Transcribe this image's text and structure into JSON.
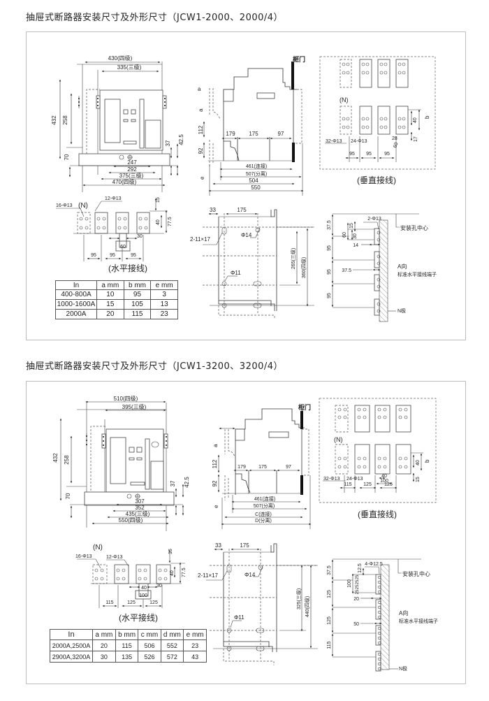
{
  "sections": [
    {
      "title": "抽屉式断路器安装尺寸及外形尺寸（JCW1-2000、2000/4）",
      "front_view": {
        "width_4pole": "430(四级)",
        "width_3pole": "335(三级)",
        "height_total": "432",
        "height_mid": "258",
        "height_base": "70",
        "base_a": "37",
        "base_b": "42.5",
        "bottom_1": "247",
        "bottom_2": "292",
        "bottom_3": "375(三级)",
        "bottom_4": "470(四级)"
      },
      "side_view": {
        "door_label": "柜门",
        "a_label": "a",
        "e_label": "e",
        "dim_112": "112",
        "dim_92": "92",
        "dim_179": "179",
        "dim_175": "175",
        "dim_97": "97",
        "dim_connected": "461(连接)",
        "dim_separated": "507(分离)",
        "dim_c": "504",
        "dim_d": "550"
      },
      "vertical_wiring": {
        "n_label": "(N)",
        "holes_n": "32-Φ13",
        "holes": "24-Φ13",
        "dim_28": "28",
        "dim_60": "60",
        "dim_40": "40",
        "dim_b": "b",
        "dim_17": "17",
        "spacing": [
          "95",
          "95",
          "95"
        ],
        "caption": "(垂直接线)"
      },
      "horizontal_wiring": {
        "holes_n": "16-Φ13",
        "n_label": "(N)",
        "holes": "12-Φ13",
        "dim_15": "15",
        "dim_40": "40",
        "dim_775": "77.5",
        "dim_30": "30",
        "dim_60": "60",
        "spacing": [
          "95",
          "95",
          "95"
        ],
        "caption": "(水平接线)"
      },
      "mounting": {
        "dim_33": "33",
        "dim_175": "175",
        "slot": "2-11×17",
        "hole14": "Φ14",
        "hole11": "Φ11",
        "dim_3pole": "265(三级)",
        "dim_4pole": "360(四级)"
      },
      "terminal": {
        "holes": "2-Φ13",
        "center_label": "安装孔中心",
        "dim_375": "37.5",
        "dim_15": "15",
        "dim_60": "60",
        "dim_30": "30",
        "dim_14": "14",
        "pitch": [
          "95",
          "95",
          "95"
        ],
        "dim_w": "37.5",
        "a_dir": "A向",
        "std_label": "标准水平接线端子",
        "n_pole": "N极"
      },
      "table": {
        "headers": [
          "In",
          "a  mm",
          "b  mm",
          "e  mm"
        ],
        "rows": [
          [
            "400-800A",
            "10",
            "95",
            "3"
          ],
          [
            "1000-1600A",
            "15",
            "105",
            "13"
          ],
          [
            "2000A",
            "20",
            "115",
            "23"
          ]
        ]
      }
    },
    {
      "title": "抽屉式断路器安装尺寸及外形尺寸（JCW1-3200、3200/4）",
      "front_view": {
        "width_4pole": "510(四级)",
        "width_3pole": "395(三级)",
        "height_total": "432",
        "height_mid": "258",
        "height_base": "70",
        "base_a": "37",
        "base_b": "42.5",
        "bottom_1": "307",
        "bottom_2": "352",
        "bottom_3": "435(三级)",
        "bottom_4": "550(四级)"
      },
      "side_view": {
        "door_label": "柜门",
        "a_label": "a",
        "e_label": "e",
        "dim_112": "112",
        "dim_92": "92",
        "dim_179": "179",
        "dim_175": "175",
        "dim_97": "97",
        "dim_connected": "461(连接)",
        "dim_separated": "507(分离)",
        "dim_c": "C(连接)",
        "dim_d": "D(分离)"
      },
      "vertical_wiring": {
        "n_label": "(N)",
        "holes_n": "32-Φ13",
        "holes": "24-Φ13",
        "dim_28": "40",
        "dim_60": "100",
        "dim_40": "40",
        "dim_b": "b",
        "dim_17": "15",
        "spacing": [
          "115",
          "125",
          "125"
        ],
        "caption": "(垂直接线)"
      },
      "horizontal_wiring": {
        "holes_n": "16-Φ13",
        "n_label": "(N)",
        "holes": "12-Φ13",
        "dim_15": "15",
        "dim_40": "40",
        "dim_775": "77.5",
        "dim_30": "30",
        "dim_60": "40",
        "dim_100": "100",
        "spacing": [
          "115",
          "125",
          "125"
        ],
        "caption": "(水平接线)"
      },
      "mounting": {
        "dim_33": "33",
        "dim_175": "175",
        "slot": "2-11×17",
        "hole14": "Φ14",
        "hole11": "Φ11",
        "dim_3pole": "325(三级)",
        "dim_4pole": "440(四级)"
      },
      "terminal": {
        "holes": "4-Φ12.5",
        "center_label": "安装孔中心",
        "dim_375": "37.5",
        "dim_15": "12.5",
        "dim_60": "100",
        "dim_sub": [
          "25",
          "25",
          "25",
          "25"
        ],
        "dim_14": "20",
        "pitch": [
          "125",
          "125",
          "115"
        ],
        "dim_w": "50",
        "a_dir": "A向",
        "std_label": "标准水平接线端子",
        "n_pole": "N极"
      },
      "table": {
        "headers": [
          "In",
          "a  mm",
          "b  mm",
          "c  mm",
          "d  mm",
          "e  mm"
        ],
        "rows": [
          [
            "2000A,2500A",
            "20",
            "115",
            "506",
            "552",
            "23"
          ],
          [
            "2900A,3200A",
            "30",
            "135",
            "526",
            "572",
            "43"
          ]
        ]
      }
    }
  ]
}
